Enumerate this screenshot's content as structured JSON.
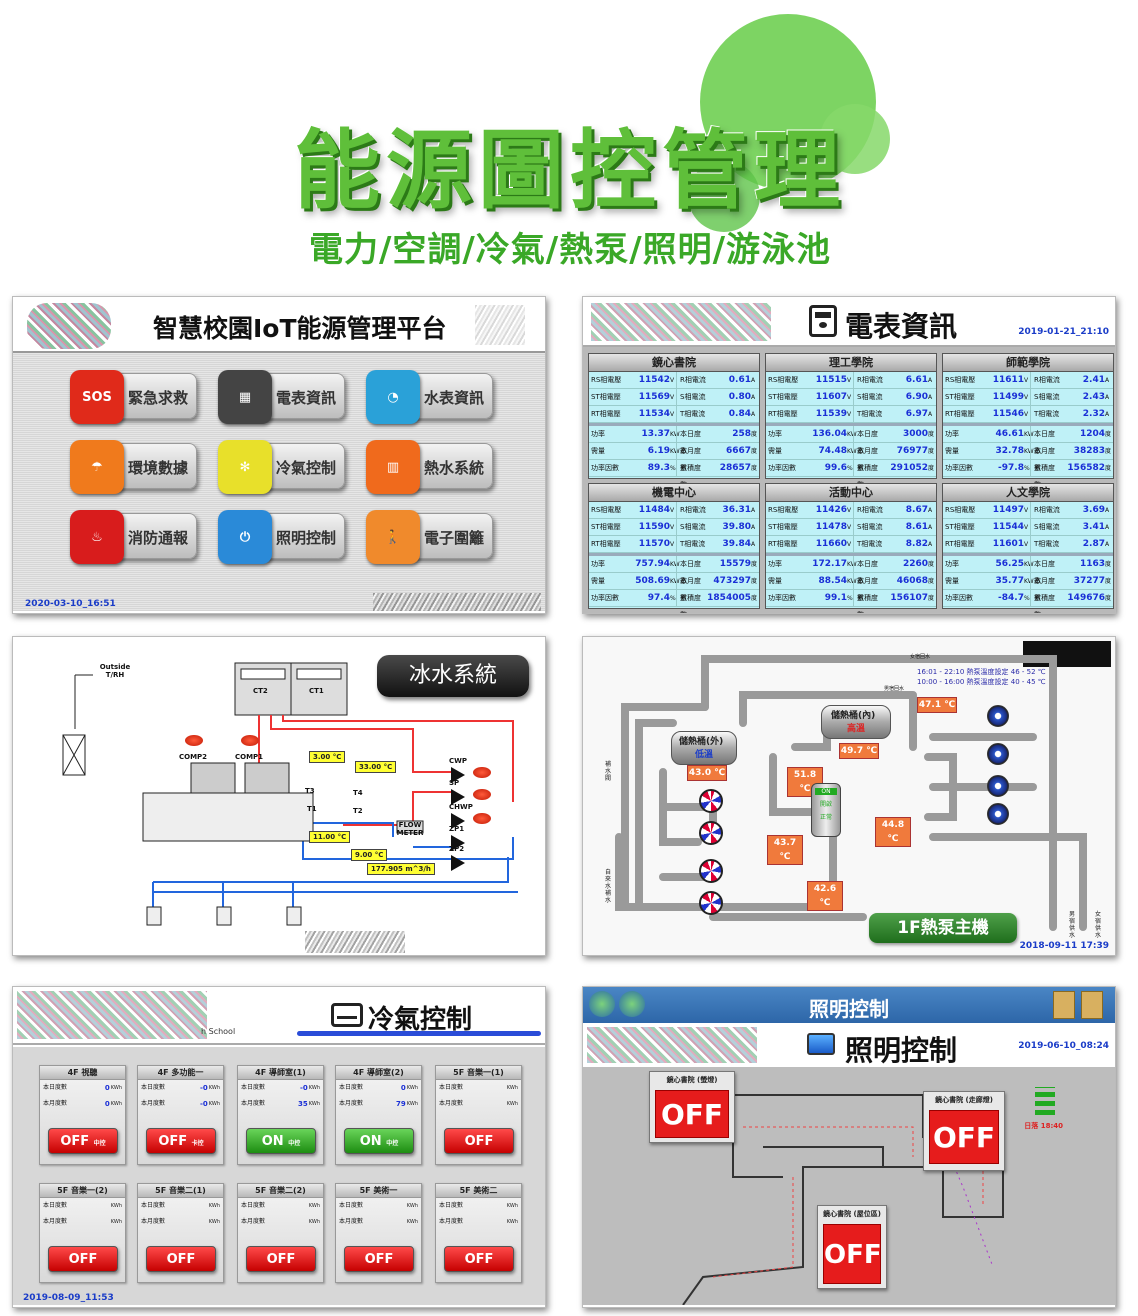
{
  "hero": {
    "title": "能源圖控管理",
    "subtitle": "電力/空調/冷氣/熱泵/照明/游泳池"
  },
  "panel_portal": {
    "title": "智慧校園IoT能源管理平台",
    "date": "2020-03-10_16:51",
    "buttons": [
      {
        "icon": "sos-icon",
        "icon_text": "SOS",
        "label": "緊急求救",
        "color": "#e02a1a"
      },
      {
        "icon": "electric-meter-icon",
        "icon_text": "▦",
        "label": "電表資訊",
        "color": "#444444"
      },
      {
        "icon": "water-meter-icon",
        "icon_text": "◔",
        "label": "水表資訊",
        "color": "#2aa1d8"
      },
      {
        "icon": "environment-icon",
        "icon_text": "☂",
        "label": "環境數據",
        "color": "#f07a1c"
      },
      {
        "icon": "fan-icon",
        "icon_text": "✻",
        "label": "冷氣控制",
        "color": "#e8e02a"
      },
      {
        "icon": "heater-icon",
        "icon_text": "▥",
        "label": "熱水系統",
        "color": "#f06a1c"
      },
      {
        "icon": "fire-icon",
        "icon_text": "♨",
        "label": "消防通報",
        "color": "#d81c1c"
      },
      {
        "icon": "power-icon",
        "icon_text": "⏻",
        "label": "照明控制",
        "color": "#2a8ad8"
      },
      {
        "icon": "fence-icon",
        "icon_text": "🚶",
        "label": "電子圍籬",
        "color": "#f08a2c"
      }
    ]
  },
  "panel_meters": {
    "title": "電表資訊",
    "date": "2019-01-21_21:10",
    "units": {
      "v": "V",
      "a": "A",
      "kw": "KW",
      "deg": "度",
      "pct": "%"
    },
    "labels": {
      "rs_v": "RS相電壓",
      "st_v": "ST相電壓",
      "rt_v": "RT相電壓",
      "r_a": "R相電流",
      "s_a": "S相電流",
      "t_a": "T相電流",
      "power": "功率",
      "demand": "需量",
      "pf": "功率因數",
      "today": "本日度數",
      "month": "本月度數",
      "total": "累積度數"
    },
    "buildings": [
      {
        "name": "鏡心書院",
        "rs": "11542",
        "st": "11569",
        "rt": "11534",
        "ra": "0.61",
        "sa": "0.80",
        "ta": "0.84",
        "power": "13.37",
        "demand": "6.19",
        "pf": "89.3",
        "today": "258",
        "month": "6667",
        "total": "28657"
      },
      {
        "name": "理工學院",
        "rs": "11515",
        "st": "11607",
        "rt": "11539",
        "ra": "6.61",
        "sa": "6.90",
        "ta": "6.97",
        "power": "136.04",
        "demand": "74.48",
        "pf": "99.6",
        "today": "3000",
        "month": "76977",
        "total": "291052"
      },
      {
        "name": "師範學院",
        "rs": "11611",
        "st": "11499",
        "rt": "11546",
        "ra": "2.41",
        "sa": "2.43",
        "ta": "2.32",
        "power": "46.61",
        "demand": "32.78",
        "pf": "-97.8",
        "today": "1204",
        "month": "38283",
        "total": "156582"
      },
      {
        "name": "機電中心",
        "rs": "11484",
        "st": "11590",
        "rt": "11570",
        "ra": "36.31",
        "sa": "39.80",
        "ta": "39.84",
        "power": "757.94",
        "demand": "508.69",
        "pf": "97.4",
        "today": "15579",
        "month": "473297",
        "total": "1854005"
      },
      {
        "name": "活動中心",
        "rs": "11426",
        "st": "11478",
        "rt": "11660",
        "ra": "8.67",
        "sa": "8.61",
        "ta": "8.82",
        "power": "172.17",
        "demand": "88.54",
        "pf": "99.1",
        "today": "2260",
        "month": "46068",
        "total": "156107"
      },
      {
        "name": "人文學院",
        "rs": "11497",
        "st": "11544",
        "rt": "11601",
        "ra": "3.69",
        "sa": "3.41",
        "ta": "2.87",
        "power": "56.25",
        "demand": "35.77",
        "pf": "-84.7",
        "today": "1163",
        "month": "37277",
        "total": "149676"
      }
    ]
  },
  "panel_chiller": {
    "title": "冰水系統",
    "outside_label": "Outside T/RH",
    "ct2": "CT2",
    "ct1": "CT1",
    "comp2": "COMP2",
    "comp1": "COMP1",
    "t3": "T3",
    "t4": "T4",
    "t1": "T1",
    "t2": "T2",
    "temp_t3": "3.00 °C",
    "temp_t4": "33.00 °C",
    "temp_t1": "11.00 °C",
    "temp_t2": "9.00 °C",
    "flow": "177.905 m^3/h",
    "flow_meter": "FLOW METER",
    "pumps": [
      "CWP",
      "SP",
      "CHWP",
      "ZP1",
      "ZP2"
    ]
  },
  "panel_heatpump": {
    "title": "1F熱泵主機",
    "date": "2018-09-11 17:39",
    "women_return": "女宿回水",
    "men_return": "男宿回水",
    "schedule1": "16:01 - 22:10 熱泵溫度設定  46 - 52 ℃",
    "schedule2": "10:00 - 16:00 熱泵溫度設定  40 - 45 ℃",
    "tank_out": "儲熱桶(外)",
    "tank_out_state": "低溫",
    "tank_in": "儲熱桶(內)",
    "tank_in_state": "高溫",
    "t_high_out": "47.1 ℃",
    "t_in": "49.7 ℃",
    "t_out": "43.0 ℃",
    "t_hp_out": "51.8 ℃",
    "t_hp_in": "43.7 ℃",
    "t_solar_out": "44.8 ℃",
    "t_solar_back": "42.6 ℃",
    "on_label": "ON",
    "start_label": "開啟",
    "normal_label": "正常",
    "makeup_water": "補水閥",
    "tap_water": "自來水補水",
    "men_supply": "男宿供水",
    "women_supply": "女宿供水"
  },
  "panel_ac": {
    "title": "冷氣控制",
    "date": "2019-08-09_11:53",
    "school_text": "h School",
    "row_today": "本日度數",
    "row_month": "本月度數",
    "unit": "KWh",
    "rooms": [
      {
        "name": "4F 視聽",
        "today": "0",
        "month": "0",
        "state": "OFF",
        "mode": "中控"
      },
      {
        "name": "4F 多功能一",
        "today": "-0",
        "month": "-0",
        "state": "OFF",
        "mode": "卡控"
      },
      {
        "name": "4F 導師室(1)",
        "today": "-0",
        "month": "35",
        "state": "ON",
        "mode": "中控"
      },
      {
        "name": "4F 導師室(2)",
        "today": "0",
        "month": "79",
        "state": "ON",
        "mode": "中控"
      },
      {
        "name": "5F 音樂一(1)",
        "today": "",
        "month": "",
        "state": "OFF",
        "mode": ""
      },
      {
        "name": "5F 音樂一(2)",
        "today": "",
        "month": "",
        "state": "OFF",
        "mode": ""
      },
      {
        "name": "5F 音樂二(1)",
        "today": "",
        "month": "",
        "state": "OFF",
        "mode": ""
      },
      {
        "name": "5F 音樂二(2)",
        "today": "",
        "month": "",
        "state": "OFF",
        "mode": ""
      },
      {
        "name": "5F 美術一",
        "today": "",
        "month": "",
        "state": "OFF",
        "mode": ""
      },
      {
        "name": "5F 美術二",
        "today": "",
        "month": "",
        "state": "OFF",
        "mode": ""
      }
    ]
  },
  "panel_lighting": {
    "top_title": "照明控制",
    "title": "照明控制",
    "date": "2019-06-10_08:24",
    "legend_time": "日落 18:40",
    "zones": [
      {
        "name": "鏡心書院 (螢燈)",
        "state": "OFF"
      },
      {
        "name": "鏡心書院 (走廊燈)",
        "state": "OFF"
      },
      {
        "name": "鏡心書院 (屋位區)",
        "state": "OFF"
      }
    ]
  }
}
